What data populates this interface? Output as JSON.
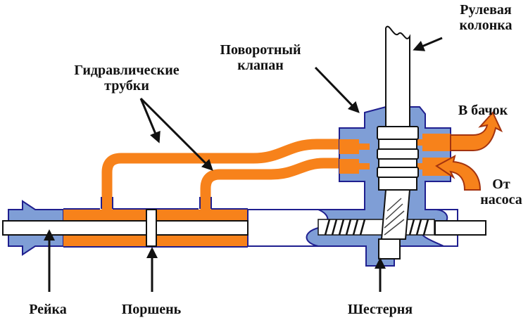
{
  "title": "Power steering rack diagram",
  "labels": {
    "steering_column": [
      "Рулевая",
      "колонка"
    ],
    "rotary_valve": [
      "Поворотный",
      "клапан"
    ],
    "hydraulic_tubes": [
      "Гидравлические",
      "трубки"
    ],
    "to_reservoir": "В бачок",
    "from_pump": [
      "От",
      "насоса"
    ],
    "rack": "Рейка",
    "piston": "Поршень",
    "pinion": "Шестерня"
  },
  "colors": {
    "fluid": "#f7821b",
    "housing": "#7f9ed6",
    "outline": "#1f1f8f",
    "text": "#111111"
  }
}
